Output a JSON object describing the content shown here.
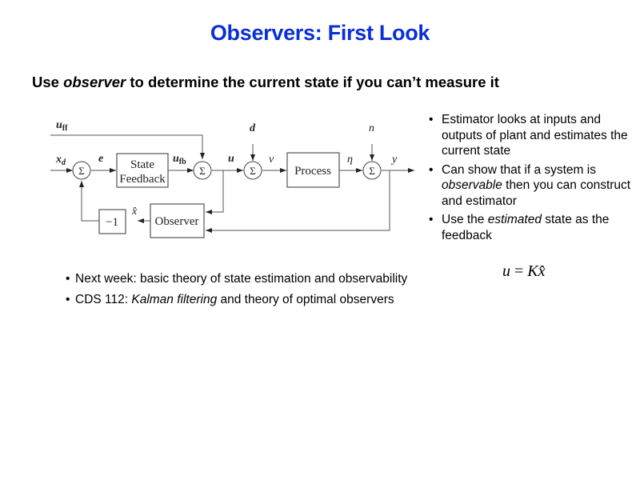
{
  "slide": {
    "title": "Observers: First Look",
    "subtitle": {
      "prefix": "Use ",
      "emphasis": "observer",
      "suffix": " to determine the current state if you can’t measure it"
    }
  },
  "diagram": {
    "blocks": {
      "state_feedback_line1": "State",
      "state_feedback_line2": "Feedback",
      "process": "Process",
      "observer": "Observer",
      "gain": "−1"
    },
    "summing_junction_symbol": "Σ",
    "signals": {
      "u_ff": "u",
      "u_ff_sub": "ff",
      "x_d": "x",
      "x_d_sub": "d",
      "e": "e",
      "u_fb": "u",
      "u_fb_sub": "fb",
      "u": "u",
      "d": "d",
      "v": "ν",
      "eta": "η",
      "n": "n",
      "y": "y",
      "x_hat": "x̂"
    }
  },
  "right_bullets": [
    {
      "parts": [
        {
          "text": "Estimator looks at inputs and outputs of plant and estimates the current state",
          "italic": false
        }
      ]
    },
    {
      "parts": [
        {
          "text": "Can show that if a system is ",
          "italic": false
        },
        {
          "text": "observable",
          "italic": true
        },
        {
          "text": " then you can construct and estimator",
          "italic": false
        }
      ]
    },
    {
      "parts": [
        {
          "text": "Use the ",
          "italic": false
        },
        {
          "text": "estimated",
          "italic": true
        },
        {
          "text": " state as the feedback",
          "italic": false
        }
      ]
    }
  ],
  "equation": {
    "lhs": "u",
    "equals": " = ",
    "rhs_gain": "K",
    "rhs_state": "x̂"
  },
  "bottom_bullets": [
    {
      "parts": [
        {
          "text": "Next week: basic theory of state estimation and observability",
          "italic": false
        }
      ]
    },
    {
      "parts": [
        {
          "text": "CDS 112: ",
          "italic": false
        },
        {
          "text": "Kalman filtering",
          "italic": true
        },
        {
          "text": " and theory of optimal observers",
          "italic": false
        }
      ]
    }
  ],
  "colors": {
    "title": "#0a2fd6",
    "diagram_line": "#555555"
  }
}
